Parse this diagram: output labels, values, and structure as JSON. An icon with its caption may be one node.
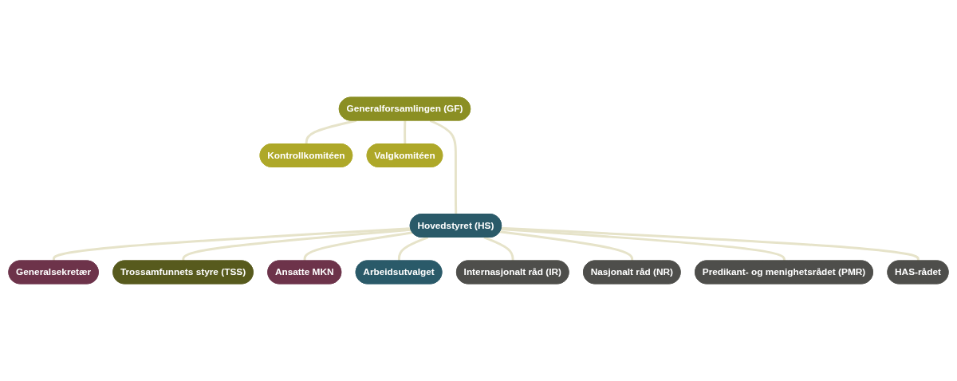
{
  "diagram": {
    "nodes": [
      {
        "text": [
          "Generalforsamlingen (GF)"
        ]
      },
      {
        "text": [
          "Kontrollkomitéen"
        ]
      },
      {
        "text": [
          "Valgkomitéen"
        ]
      },
      {
        "text": [
          "Generalsekretær"
        ]
      },
      {
        "text": [
          "Hovedstyret (HS)"
        ]
      },
      {
        "text": [
          "Trossamfunnets styre (TSS)"
        ]
      },
      {
        "text": [
          "Ansatte MKN"
        ]
      },
      {
        "text": [
          "Arbeidsutvalget"
        ]
      },
      {
        "text": [
          "Internasjonalt råd (IR)"
        ]
      },
      {
        "text": [
          "Nasjonalt råd (NR)"
        ]
      },
      {
        "text": [
          "Predikant- og menighetsrådet (PMR)"
        ]
      },
      {
        "text": [
          "HAS-rådet"
        ]
      }
    ],
    "edges": [
      {
        "from": 0,
        "to": 1,
        "arrow": "none"
      },
      {
        "from": 0,
        "to": 2,
        "arrow": "none"
      },
      {
        "from": 0,
        "to": 4,
        "arrow": "none"
      },
      {
        "from": 4,
        "to": 3,
        "arrow": "none"
      },
      {
        "from": 4,
        "to": 5,
        "arrow": "none"
      },
      {
        "from": 4,
        "to": 6,
        "arrow": "none"
      },
      {
        "from": 4,
        "to": 7,
        "arrow": "none"
      },
      {
        "from": 4,
        "to": 8,
        "arrow": "none"
      },
      {
        "from": 4,
        "to": 9,
        "arrow": "none"
      },
      {
        "from": 4,
        "to": 10,
        "arrow": "none"
      },
      {
        "from": 4,
        "to": 11,
        "arrow": "none"
      }
    ]
  }
}
